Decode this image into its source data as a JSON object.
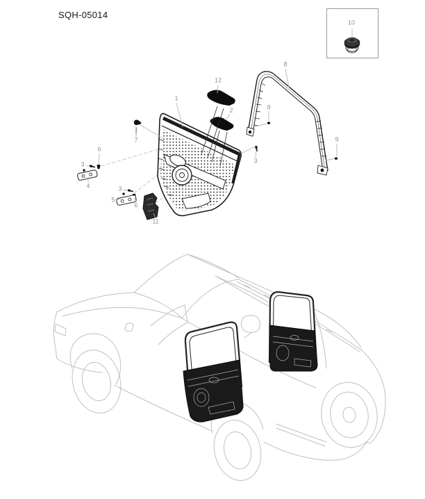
{
  "page": {
    "title": "SQH-05014"
  },
  "inset": {
    "callout_label": "10"
  },
  "callouts": [
    {
      "label": "1"
    },
    {
      "label": "12"
    },
    {
      "label": "2"
    },
    {
      "label": "7"
    },
    {
      "label": "8"
    },
    {
      "label": "9"
    },
    {
      "label": "9"
    },
    {
      "label": "3"
    },
    {
      "label": "6"
    },
    {
      "label": "3"
    },
    {
      "label": "4"
    },
    {
      "label": "3"
    },
    {
      "label": "5"
    },
    {
      "label": "6"
    },
    {
      "label": "11"
    },
    {
      "label": "10"
    }
  ],
  "colors": {
    "background": "#ffffff",
    "diagram_line": "#1c1c1c",
    "part_fill": "#0d0d0d",
    "label_text": "#909090",
    "leader_line": "#b5b5b5",
    "vehicle_line": "#bcc0c3",
    "panel_highlight": "#1a1a1a",
    "inset_border": "#9a9a9a"
  }
}
